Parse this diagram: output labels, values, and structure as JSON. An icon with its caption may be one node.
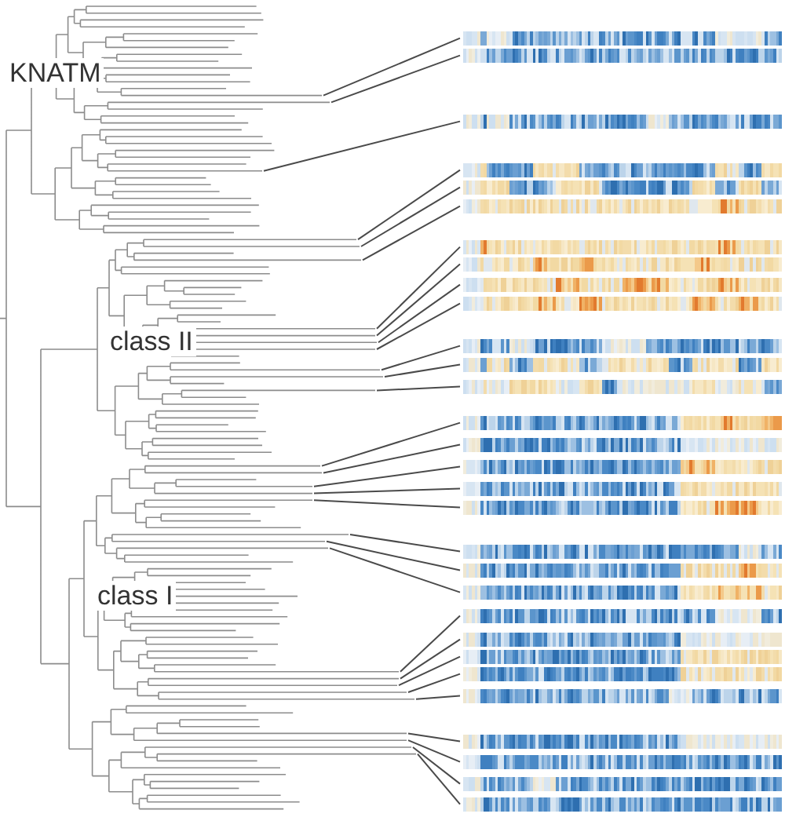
{
  "diagram": {
    "nodes": [
      {
        "text": [],
        "shape": "bar"
      },
      {
        "text": [],
        "shape": "bar"
      },
      {
        "text": [],
        "shape": "bar"
      },
      {
        "text": [],
        "shape": "bar"
      },
      {
        "text": [],
        "shape": "bar"
      },
      {
        "text": [],
        "shape": "bar"
      },
      {
        "text": [],
        "shape": "bar"
      },
      {
        "text": [],
        "shape": "bar"
      },
      {
        "text": [],
        "shape": "bar"
      },
      {
        "text": [],
        "shape": "bar"
      },
      {
        "text": [],
        "shape": "bar"
      },
      {
        "text": [],
        "shape": "bar"
      },
      {
        "text": [],
        "shape": "bar"
      },
      {
        "text": [],
        "shape": "bar"
      },
      {
        "text": [],
        "shape": "bar"
      },
      {
        "text": [],
        "shape": "bar"
      },
      {
        "text": [],
        "shape": "bar"
      },
      {
        "text": [],
        "shape": "bar"
      },
      {
        "text": [],
        "shape": "bar"
      },
      {
        "text": [],
        "shape": "bar"
      },
      {
        "text": [],
        "shape": "bar"
      },
      {
        "text": [],
        "shape": "bar"
      },
      {
        "text": [],
        "shape": "bar"
      },
      {
        "text": [],
        "shape": "bar"
      },
      {
        "text": [],
        "shape": "bar"
      },
      {
        "text": [],
        "shape": "bar"
      },
      {
        "text": [],
        "shape": "bar"
      },
      {
        "text": [],
        "shape": "bar"
      },
      {
        "text": [],
        "shape": "bar"
      },
      {
        "text": [],
        "shape": "bar"
      }
    ],
    "edges": [
      {
        "from": null,
        "to": 0,
        "arrow": "none"
      },
      {
        "from": null,
        "to": 1,
        "arrow": "none"
      },
      {
        "from": null,
        "to": 2,
        "arrow": "none"
      },
      {
        "from": null,
        "to": 3,
        "arrow": "none"
      },
      {
        "from": null,
        "to": 4,
        "arrow": "none"
      },
      {
        "from": null,
        "to": 5,
        "arrow": "none"
      },
      {
        "from": null,
        "to": 6,
        "arrow": "none"
      },
      {
        "from": null,
        "to": 7,
        "arrow": "none"
      },
      {
        "from": null,
        "to": 8,
        "arrow": "none"
      },
      {
        "from": null,
        "to": 9,
        "arrow": "none"
      },
      {
        "from": null,
        "to": 10,
        "arrow": "none"
      },
      {
        "from": null,
        "to": 11,
        "arrow": "none"
      },
      {
        "from": null,
        "to": 12,
        "arrow": "none"
      },
      {
        "from": null,
        "to": 13,
        "arrow": "none"
      },
      {
        "from": null,
        "to": 14,
        "arrow": "none"
      },
      {
        "from": null,
        "to": 15,
        "arrow": "none"
      },
      {
        "from": null,
        "to": 16,
        "arrow": "none"
      },
      {
        "from": null,
        "to": 17,
        "arrow": "none"
      },
      {
        "from": null,
        "to": 18,
        "arrow": "none"
      },
      {
        "from": null,
        "to": 19,
        "arrow": "none"
      },
      {
        "from": null,
        "to": 20,
        "arrow": "none"
      },
      {
        "from": null,
        "to": 21,
        "arrow": "none"
      },
      {
        "from": null,
        "to": 22,
        "arrow": "none"
      },
      {
        "from": null,
        "to": 23,
        "arrow": "none"
      },
      {
        "from": null,
        "to": 24,
        "arrow": "none"
      },
      {
        "from": null,
        "to": 25,
        "arrow": "none"
      },
      {
        "from": null,
        "to": 26,
        "arrow": "none"
      },
      {
        "from": null,
        "to": 27,
        "arrow": "none"
      },
      {
        "from": null,
        "to": 28,
        "arrow": "none"
      },
      {
        "from": null,
        "to": 29,
        "arrow": "none"
      }
    ],
    "labels": [
      "KNATM",
      "class II",
      "class I"
    ]
  }
}
